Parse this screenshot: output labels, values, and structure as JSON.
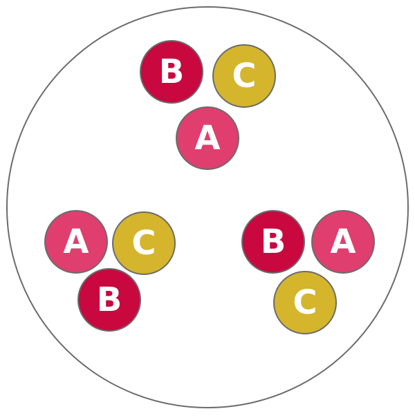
{
  "colors": {
    "a_fill": "#e03e6f",
    "b_fill": "#c8083e",
    "c_fill": "#d4b52c",
    "ball_stroke": "#6b6b6b",
    "label_color": "#ffffff",
    "outer_stroke": "#6b6b6b"
  },
  "clusters": [
    {
      "name": "top-cluster",
      "balls": [
        {
          "label": "B",
          "kind": "b"
        },
        {
          "label": "C",
          "kind": "c"
        },
        {
          "label": "A",
          "kind": "a"
        }
      ]
    },
    {
      "name": "left-cluster",
      "balls": [
        {
          "label": "A",
          "kind": "a"
        },
        {
          "label": "C",
          "kind": "c"
        },
        {
          "label": "B",
          "kind": "b"
        }
      ]
    },
    {
      "name": "right-cluster",
      "balls": [
        {
          "label": "B",
          "kind": "b"
        },
        {
          "label": "A",
          "kind": "a"
        },
        {
          "label": "C",
          "kind": "c"
        }
      ]
    }
  ]
}
